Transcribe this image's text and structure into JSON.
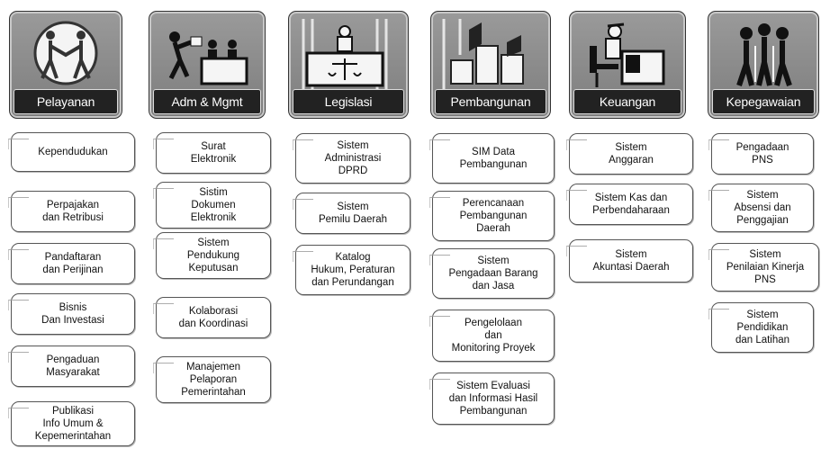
{
  "columns": [
    {
      "key": "pelayanan",
      "label": "Pelayanan",
      "icon": "handshake-icon",
      "items": [
        "Kependudukan",
        "Perpajakan\ndan Retribusi",
        "Pandaftaran\ndan Perijinan",
        "Bisnis\nDan Investasi",
        "Pengaduan\nMasyarakat",
        "Publikasi\nInfo Umum &\nKepemerintahan"
      ]
    },
    {
      "key": "adm",
      "label": "Adm & Mgmt",
      "icon": "office-workers-icon",
      "items": [
        "Surat\nElektronik",
        "Sistim\nDokumen\nElektronik",
        "Sistem\nPendukung\nKeputusan",
        "Kolaborasi\ndan Koordinasi",
        "Manajemen\nPelaporan\nPemerintahan"
      ]
    },
    {
      "key": "legislasi",
      "label": "Legislasi",
      "icon": "scales-of-justice-icon",
      "items": [
        "Sistem\nAdministrasi\nDPRD",
        "Sistem\nPemilu Daerah",
        "Katalog\nHukum, Peraturan\ndan Perundangan"
      ]
    },
    {
      "key": "pembangunan",
      "label": "Pembangunan",
      "icon": "building-blocks-icon",
      "items": [
        "SIM Data\nPembangunan",
        "Perencanaan\nPembangunan\nDaerah",
        "Sistem\nPengadaan Barang\ndan Jasa",
        "Pengelolaan\ndan\nMonitoring Proyek",
        "Sistem Evaluasi\ndan Informasi Hasil\nPembangunan"
      ]
    },
    {
      "key": "keuangan",
      "label": "Keuangan",
      "icon": "desk-worker-icon",
      "items": [
        "Sistem\nAnggaran",
        "Sistem Kas dan\nPerbendaharaan",
        "Sistem\nAkuntasi Daerah"
      ]
    },
    {
      "key": "kepegawaian",
      "label": "Kepegawaian",
      "icon": "staff-group-icon",
      "items": [
        "Pengadaan\nPNS",
        "Sistem\nAbsensi dan\nPenggajian",
        "Sistem\nPenilaian Kinerja\nPNS",
        "Sistem\nPendidikan\ndan Latihan"
      ]
    }
  ]
}
